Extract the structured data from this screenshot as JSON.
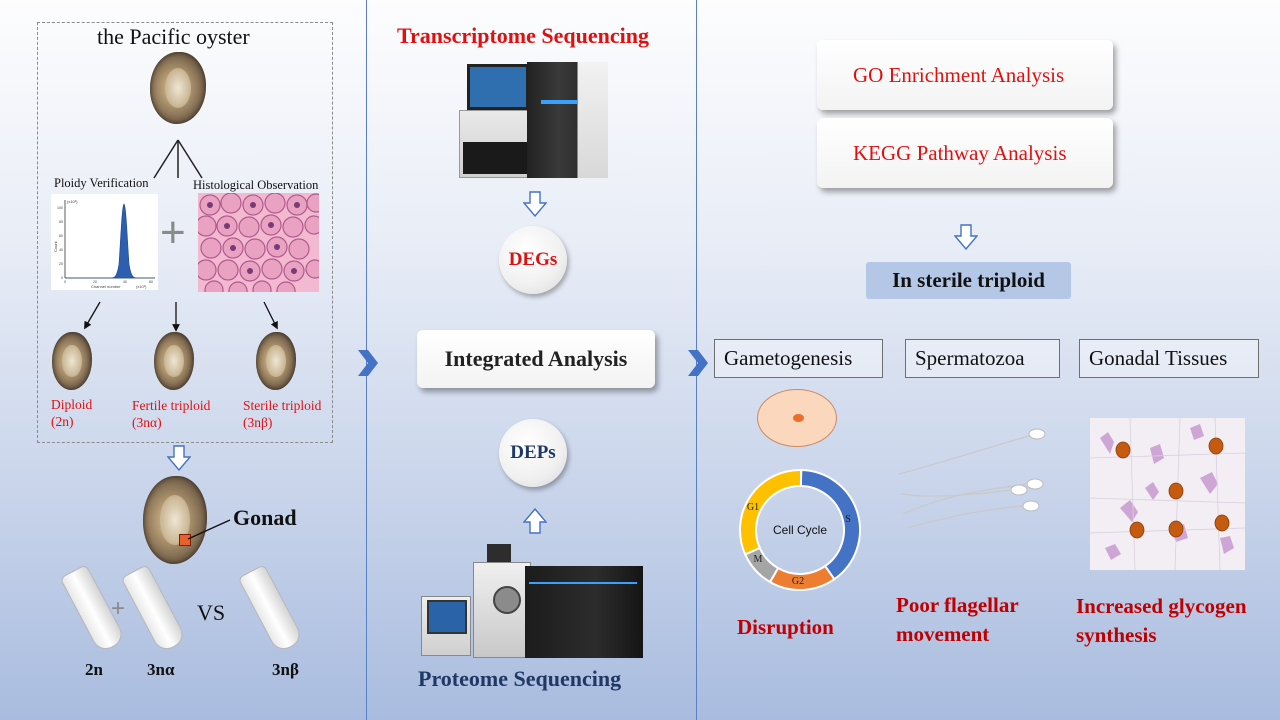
{
  "left_panel": {
    "title": "the Pacific oyster",
    "ploidy_label": "Ploidy Verification",
    "histology_label": "Histological Observation",
    "plus": "+",
    "histogram": {
      "y_axis_label": "Count",
      "y_scale_label": "(x10³)",
      "x_axis_label": "Channel number",
      "x_scale_label": "(x10³)",
      "y_ticks": [
        "0",
        "20",
        "40",
        "60",
        "80",
        "100"
      ],
      "x_ticks": [
        "0",
        "20",
        "40",
        "60"
      ]
    },
    "samples": [
      {
        "name": "Diploid",
        "code": "(2n)"
      },
      {
        "name": "Fertile triploid",
        "code": "(3nα)"
      },
      {
        "name": "Sterile triploid",
        "code": "(3nβ)"
      }
    ],
    "gonad_label": "Gonad",
    "tube_plus": "+",
    "vs": "VS",
    "tube_labels": [
      "2n",
      "3nα",
      "3nβ"
    ]
  },
  "middle_panel": {
    "transcriptome": "Transcriptome Sequencing",
    "degs": "DEGs",
    "integrated": "Integrated Analysis",
    "deps": "DEPs",
    "proteome": "Proteome Sequencing"
  },
  "right_panel": {
    "go": "GO Enrichment Analysis",
    "kegg": "KEGG Pathway Analysis",
    "sterile": "In sterile triploid",
    "categories": [
      "Gametogenesis",
      "Spermatozoa",
      "Gonadal Tissues"
    ],
    "cell_cycle": {
      "center": "Cell  Cycle",
      "phases": [
        {
          "name": "S",
          "share": 0.4,
          "color": "#4472c4"
        },
        {
          "name": "G2",
          "share": 0.18,
          "color": "#ed7d31"
        },
        {
          "name": "M",
          "share": 0.1,
          "color": "#a5a5a5"
        },
        {
          "name": "G1",
          "share": 0.32,
          "color": "#ffc000"
        }
      ]
    },
    "outcomes": [
      "Disruption",
      "Poor flagellar movement",
      "Increased glycogen synthesis"
    ],
    "outcome_lines": [
      [
        "Disruption"
      ],
      [
        "Poor flagellar",
        "movement"
      ],
      [
        "Increased glycogen",
        "synthesis"
      ]
    ]
  },
  "colors": {
    "red": "#e01010",
    "dark_red": "#c00000",
    "navy": "#1f3864",
    "accent_blue": "#4472c4",
    "sterile_box": "#b4c7e7"
  }
}
